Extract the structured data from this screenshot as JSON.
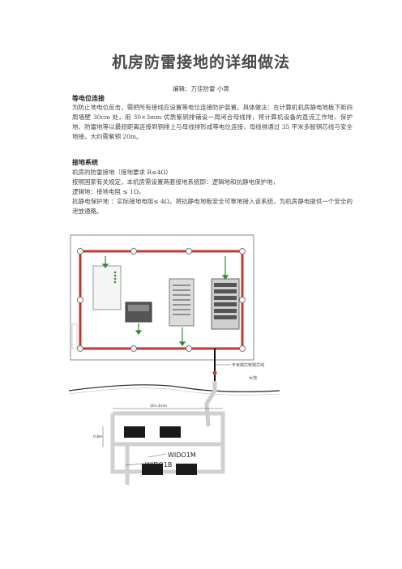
{
  "doc": {
    "title": "机房防雷接地的详细做法",
    "byline": "编辑：万佳防雷 小黄",
    "section1": {
      "heading": "等电位连接",
      "para": "为防止地电位反击，需把所有接线应设置等电位连接防护装置。具体做法：在计算机机房静电地板下距四周墙壁 30cm 处，用 30×3mm 优质紫铜排铺设一周闭合母线排，将计算机设备的直流工作地、保护地、防雷地等以最短距离连接到铜排上与母线排形成等电位连接，母线排通过 35 平米多股铜芯线与安全地接。大约需紫铜 20m。"
    },
    "section2": {
      "heading": "接地系统",
      "lines": [
        "机房的防雷接地（接地要求 R≤4Ω）",
        "按照国家有关规定，本机房需设置两套接地系统即：逻辑地和抗静电保护地，",
        "逻辑地：接地电阻 ≤ 1Ω，",
        "抗静电保护地 ：实际接地电阻≤ 4Ω，将抗静电地板安全可靠地接入该系统，为机房静电提供一个安全的泄放通路。"
      ]
    }
  },
  "diagram": {
    "labels": {
      "cable_note": "平米铜芯软铜芯线",
      "earth": "大地",
      "w1": "WIDO1M",
      "w2": "WIDO1B",
      "dim_top": "30×3mm",
      "dim_left": "0.8m"
    },
    "colors": {
      "busbar": "#c0392b",
      "ground": "#000000",
      "arrow": "#2e8b2e",
      "cabinet": "#e8e8e8"
    }
  }
}
